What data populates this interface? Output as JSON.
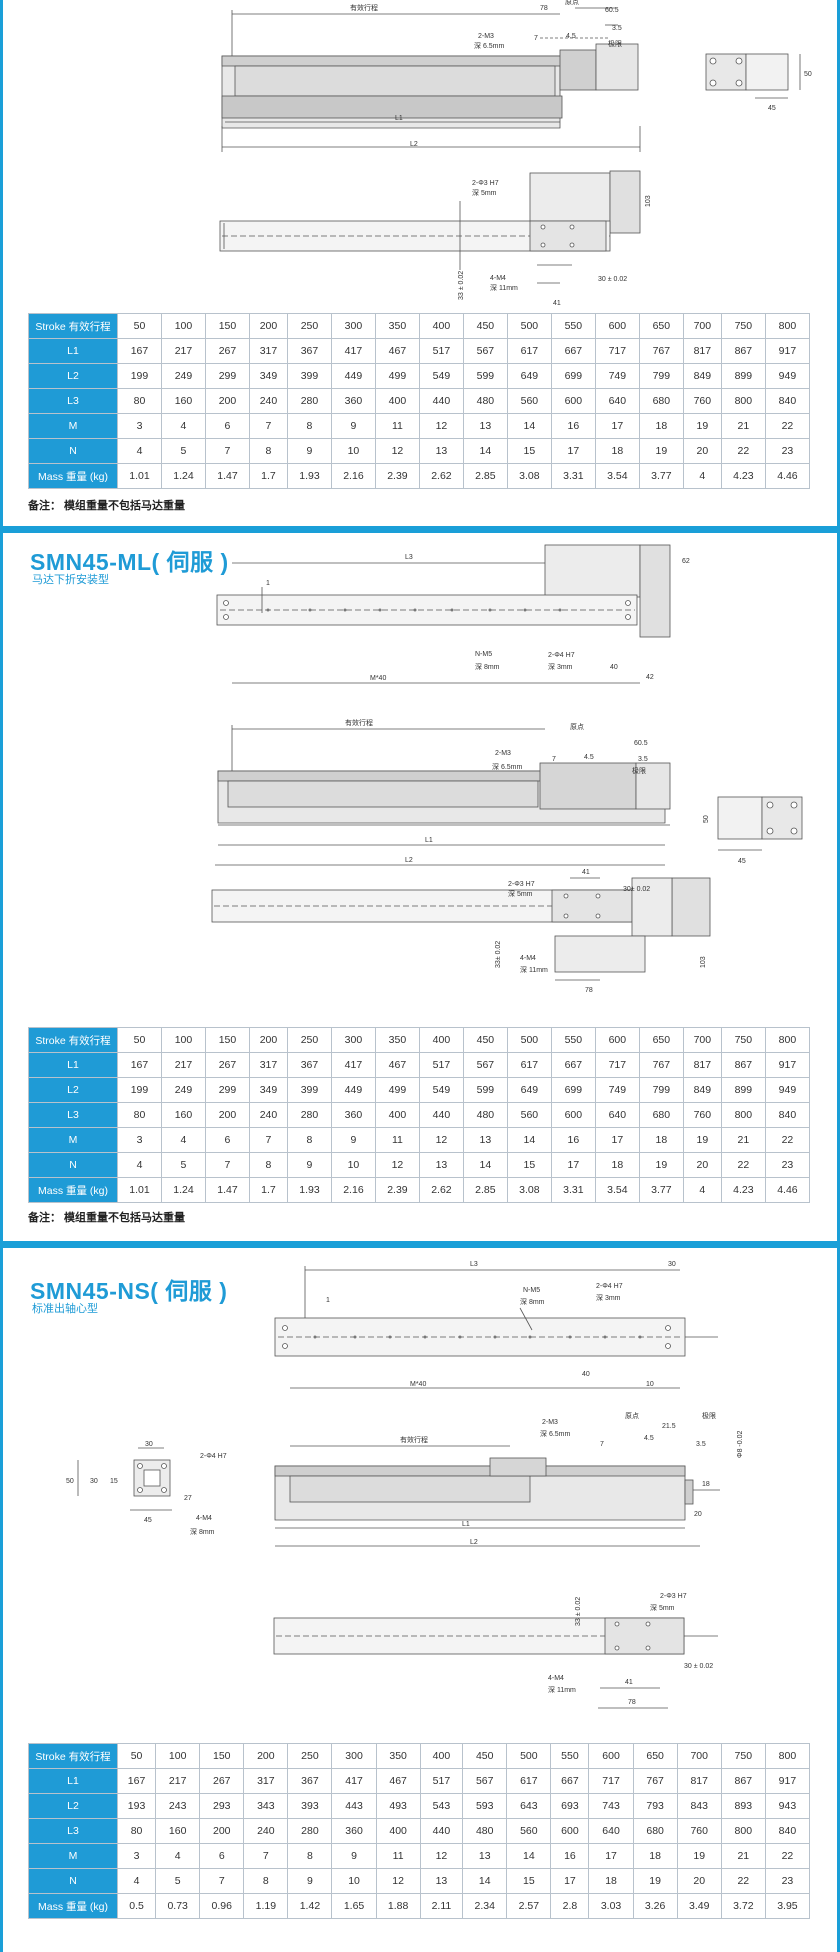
{
  "colors": {
    "accent": "#1f9bd6",
    "divider": "#1a9fd8",
    "header_text": "#ffffff"
  },
  "note": "备注：  模组重量不包括马达重量",
  "section1": {
    "labels": {
      "stroke": "有效行程",
      "l1": "L1",
      "l2": "L2",
      "d78": "78",
      "origin": "原点",
      "d605": "60.5",
      "d35": "3.5",
      "limit": "极限",
      "m3": "2-M3",
      "m3depth": "深 6.5mm",
      "d7": "7",
      "d45": "4.5",
      "d50": "50",
      "d45b": "45",
      "phi3": "2-Φ3 H7",
      "phi3depth": "深 5mm",
      "d103": "103",
      "d33": "33 ± 0.02",
      "m4": "4-M4",
      "m4depth": "深 11mm",
      "d30": "30 ± 0.02",
      "d41": "41"
    },
    "rows": [
      {
        "h": "Stroke 有效行程",
        "v": [
          "50",
          "100",
          "150",
          "200",
          "250",
          "300",
          "350",
          "400",
          "450",
          "500",
          "550",
          "600",
          "650",
          "700",
          "750",
          "800"
        ]
      },
      {
        "h": "L1",
        "v": [
          "167",
          "217",
          "267",
          "317",
          "367",
          "417",
          "467",
          "517",
          "567",
          "617",
          "667",
          "717",
          "767",
          "817",
          "867",
          "917"
        ]
      },
      {
        "h": "L2",
        "v": [
          "199",
          "249",
          "299",
          "349",
          "399",
          "449",
          "499",
          "549",
          "599",
          "649",
          "699",
          "749",
          "799",
          "849",
          "899",
          "949"
        ]
      },
      {
        "h": "L3",
        "v": [
          "80",
          "160",
          "200",
          "240",
          "280",
          "360",
          "400",
          "440",
          "480",
          "560",
          "600",
          "640",
          "680",
          "760",
          "800",
          "840"
        ]
      },
      {
        "h": "M",
        "v": [
          "3",
          "4",
          "6",
          "7",
          "8",
          "9",
          "11",
          "12",
          "13",
          "14",
          "16",
          "17",
          "18",
          "19",
          "21",
          "22"
        ]
      },
      {
        "h": "N",
        "v": [
          "4",
          "5",
          "7",
          "8",
          "9",
          "10",
          "12",
          "13",
          "14",
          "15",
          "17",
          "18",
          "19",
          "20",
          "22",
          "23"
        ]
      },
      {
        "h": "Mass 重量 (kg)",
        "v": [
          "1.01",
          "1.24",
          "1.47",
          "1.7",
          "1.93",
          "2.16",
          "2.39",
          "2.62",
          "2.85",
          "3.08",
          "3.31",
          "3.54",
          "3.77",
          "4",
          "4.23",
          "4.46"
        ]
      }
    ]
  },
  "section2": {
    "title": "SMN45-ML( 伺服 )",
    "subtitle": "马达下折安装型",
    "labels": {
      "l3": "L3",
      "d62": "62",
      "d1": "1",
      "m5": "N-M5",
      "m5depth": "深 8mm",
      "phi4": "2-Φ4 H7",
      "phi4depth": "深 3mm",
      "d40": "40",
      "d42": "42",
      "m40": "M*40",
      "stroke": "有效行程",
      "origin": "原点",
      "d605": "60.5",
      "d35": "3.5",
      "limit": "极限",
      "m3": "2-M3",
      "m3depth": "深 6.5mm",
      "d7": "7",
      "d45": "4.5",
      "l1": "L1",
      "l2": "L2",
      "d50": "50",
      "d45b": "45",
      "phi3": "2-Φ3 H7",
      "phi3depth": "深 5mm",
      "d41": "41",
      "d30": "30± 0.02",
      "d33": "33± 0.02",
      "m4": "4-M4",
      "m4depth": "深 11mm",
      "d78": "78",
      "d103": "103"
    },
    "rows": [
      {
        "h": "Stroke 有效行程",
        "v": [
          "50",
          "100",
          "150",
          "200",
          "250",
          "300",
          "350",
          "400",
          "450",
          "500",
          "550",
          "600",
          "650",
          "700",
          "750",
          "800"
        ]
      },
      {
        "h": "L1",
        "v": [
          "167",
          "217",
          "267",
          "317",
          "367",
          "417",
          "467",
          "517",
          "567",
          "617",
          "667",
          "717",
          "767",
          "817",
          "867",
          "917"
        ]
      },
      {
        "h": "L2",
        "v": [
          "199",
          "249",
          "299",
          "349",
          "399",
          "449",
          "499",
          "549",
          "599",
          "649",
          "699",
          "749",
          "799",
          "849",
          "899",
          "949"
        ]
      },
      {
        "h": "L3",
        "v": [
          "80",
          "160",
          "200",
          "240",
          "280",
          "360",
          "400",
          "440",
          "480",
          "560",
          "600",
          "640",
          "680",
          "760",
          "800",
          "840"
        ]
      },
      {
        "h": "M",
        "v": [
          "3",
          "4",
          "6",
          "7",
          "8",
          "9",
          "11",
          "12",
          "13",
          "14",
          "16",
          "17",
          "18",
          "19",
          "21",
          "22"
        ]
      },
      {
        "h": "N",
        "v": [
          "4",
          "5",
          "7",
          "8",
          "9",
          "10",
          "12",
          "13",
          "14",
          "15",
          "17",
          "18",
          "19",
          "20",
          "22",
          "23"
        ]
      },
      {
        "h": "Mass 重量 (kg)",
        "v": [
          "1.01",
          "1.24",
          "1.47",
          "1.7",
          "1.93",
          "2.16",
          "2.39",
          "2.62",
          "2.85",
          "3.08",
          "3.31",
          "3.54",
          "3.77",
          "4",
          "4.23",
          "4.46"
        ]
      }
    ]
  },
  "section3": {
    "title": "SMN45-NS( 伺服 )",
    "subtitle": "标准出轴心型",
    "labels": {
      "l3": "L3",
      "d30": "30",
      "d1": "1",
      "m5": "N-M5",
      "m5depth": "深 8mm",
      "phi4": "2-Φ4 H7",
      "phi4depth": "深 3mm",
      "d40": "40",
      "d10": "10",
      "m40": "M*40",
      "m3": "2-M3",
      "m3depth": "深 6.5mm",
      "origin": "原点",
      "d215": "21.5",
      "limit": "极限",
      "d35": "3.5",
      "phi8": "Φ8 -0.02",
      "stroke": "有效行程",
      "d7": "7",
      "d45": "4.5",
      "d18": "18",
      "d20": "20",
      "l1": "L1",
      "l2": "L2",
      "e30": "30",
      "e50": "50",
      "e30b": "30",
      "e15": "15",
      "e27": "27",
      "e45": "45",
      "ephi4": "2-Φ4 H7",
      "em4": "4-M4",
      "em4depth": "深 8mm",
      "d33": "33 ± 0.02",
      "phi3": "2-Φ3 H7",
      "phi3depth": "深 5mm",
      "m4": "4-M4",
      "m4depth": "深 11mm",
      "d41": "41",
      "d30b": "30 ± 0.02",
      "d78": "78"
    },
    "rows": [
      {
        "h": "Stroke 有效行程",
        "v": [
          "50",
          "100",
          "150",
          "200",
          "250",
          "300",
          "350",
          "400",
          "450",
          "500",
          "550",
          "600",
          "650",
          "700",
          "750",
          "800"
        ]
      },
      {
        "h": "L1",
        "v": [
          "167",
          "217",
          "267",
          "317",
          "367",
          "417",
          "467",
          "517",
          "567",
          "617",
          "667",
          "717",
          "767",
          "817",
          "867",
          "917"
        ]
      },
      {
        "h": "L2",
        "v": [
          "193",
          "243",
          "293",
          "343",
          "393",
          "443",
          "493",
          "543",
          "593",
          "643",
          "693",
          "743",
          "793",
          "843",
          "893",
          "943"
        ]
      },
      {
        "h": "L3",
        "v": [
          "80",
          "160",
          "200",
          "240",
          "280",
          "360",
          "400",
          "440",
          "480",
          "560",
          "600",
          "640",
          "680",
          "760",
          "800",
          "840"
        ]
      },
      {
        "h": "M",
        "v": [
          "3",
          "4",
          "6",
          "7",
          "8",
          "9",
          "11",
          "12",
          "13",
          "14",
          "16",
          "17",
          "18",
          "19",
          "21",
          "22"
        ]
      },
      {
        "h": "N",
        "v": [
          "4",
          "5",
          "7",
          "8",
          "9",
          "10",
          "12",
          "13",
          "14",
          "15",
          "17",
          "18",
          "19",
          "20",
          "22",
          "23"
        ]
      },
      {
        "h": "Mass 重量 (kg)",
        "v": [
          "0.5",
          "0.73",
          "0.96",
          "1.19",
          "1.42",
          "1.65",
          "1.88",
          "2.11",
          "2.34",
          "2.57",
          "2.8",
          "3.03",
          "3.26",
          "3.49",
          "3.72",
          "3.95"
        ]
      }
    ]
  }
}
